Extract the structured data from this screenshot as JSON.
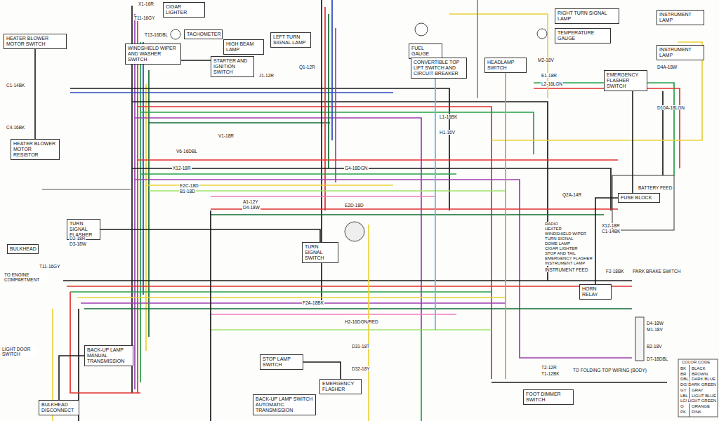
{
  "diagram": {
    "nodes": [
      {
        "text": [
          "CIGAR LIGHTER"
        ]
      },
      {
        "text": [
          "TACHOMETER"
        ]
      },
      {
        "text": [
          "HEATER BLOWER MOTOR SWITCH"
        ]
      },
      {
        "text": [
          "WINDSHIELD WIPER AND WASHER SWITCH"
        ]
      },
      {
        "text": [
          "HIGH BEAM LAMP"
        ]
      },
      {
        "text": [
          "LEFT TURN SIGNAL LAMP"
        ]
      },
      {
        "text": [
          "STARTER AND IGNITION SWITCH"
        ]
      },
      {
        "text": [
          "FUEL GAUGE"
        ]
      },
      {
        "text": [
          "RIGHT TURN SIGNAL LAMP"
        ]
      },
      {
        "text": [
          "TEMPERATURE GAUGE"
        ]
      },
      {
        "text": [
          "INSTRUMENT LAMP"
        ]
      },
      {
        "text": [
          "INSTRUMENT LAMP"
        ]
      },
      {
        "text": [
          "CONVERTIBLE TOP LIFT SWITCH AND CIRCUIT BREAKER"
        ]
      },
      {
        "text": [
          "HEADLAMP SWITCH"
        ]
      },
      {
        "text": [
          "EMERGENCY FLASHER SWITCH"
        ]
      },
      {
        "text": [
          "HEATER BLOWER MOTOR RESISTOR"
        ]
      },
      {
        "text": [
          "TURN SIGNAL FLASHER"
        ]
      },
      {
        "text": [
          "BULKHEAD"
        ]
      },
      {
        "text": [
          "TURN SIGNAL SWITCH"
        ]
      },
      {
        "text": [
          "FUSE BLOCK"
        ]
      },
      {
        "text": [
          "HORN RELAY"
        ]
      },
      {
        "text": [
          "BACK-UP LAMP MANUAL TRANSMISSION"
        ]
      },
      {
        "text": [
          "STOP LAMP SWITCH"
        ]
      },
      {
        "text": [
          "EMERGENCY FLASHER"
        ]
      },
      {
        "text": [
          "BACK-UP LAMP SWITCH AUTOMATIC TRANSMISSION"
        ]
      },
      {
        "text": [
          "FOOT DIMMER SWITCH"
        ]
      },
      {
        "text": [
          "BULKHEAD DISCONNECT"
        ]
      }
    ],
    "edges": [
      {
        "from": 2,
        "to": 15,
        "arrow": "none"
      },
      {
        "from": 3,
        "to": 6,
        "arrow": "none"
      },
      {
        "from": 16,
        "to": 18,
        "arrow": "none"
      },
      {
        "from": 14,
        "to": 19,
        "arrow": "none"
      },
      {
        "from": 19,
        "to": 20,
        "arrow": "none"
      },
      {
        "from": 22,
        "to": 23,
        "arrow": "none"
      },
      {
        "from": 21,
        "to": 26,
        "arrow": "none"
      }
    ],
    "labels": [
      "X1-16R",
      "T11-16GY",
      "T13-16DBL",
      "C1-14BK",
      "C4-16BK",
      "V1-18R",
      "V6-16DBL",
      "X12-18R",
      "E2C-18D",
      "B1-18D",
      "A1-12Y",
      "D4-18W",
      "Q1-12R",
      "J1-12R",
      "G4-18DGN",
      "E2D-18D",
      "L1-16BK",
      "H1-16V",
      "M2-18V",
      "E1-18R",
      "L2-16LGN",
      "D4A-18W",
      "D10A-18LGN",
      "BATTERY FEED",
      "Q2A-14R",
      "D2-18R",
      "D3-18W",
      "T11-16GY",
      "TO ENGINE COMPARTMENT",
      "RADIO",
      "HEATER",
      "WINDSHIELD WIPER",
      "TURN SIGNAL",
      "DOME LAMP",
      "CIGAR LIGHTER",
      "STOP AND TAIL",
      "EMERGENCY FLASHER",
      "INSTRUMENT LAMP",
      "INSTRUMENT FEED",
      "X12-18R",
      "C1-14BK",
      "F2-18BK",
      "PARK BRAKE SWITCH",
      "F2A-18BK",
      "H2-16DGN/RED",
      "D31-18T",
      "D32-18Y",
      "D4-18W",
      "M1-18V",
      "B2-18V",
      "D7-18DBL",
      "T2-12R",
      "T1-12BK",
      "TO FOLDING TOP WIRING (BODY)",
      "LIGHT DOOR SWITCH",
      "COLOR CODE",
      "BK",
      "BLACK",
      "BR",
      "BROWN",
      "DBL",
      "DARK BLUE",
      "DGN",
      "DARK GREEN",
      "GY",
      "GRAY",
      "LBL",
      "LIGHT BLUE",
      "LGN",
      "LIGHT GREEN",
      "O",
      "ORANGE",
      "PK",
      "PINK"
    ]
  }
}
